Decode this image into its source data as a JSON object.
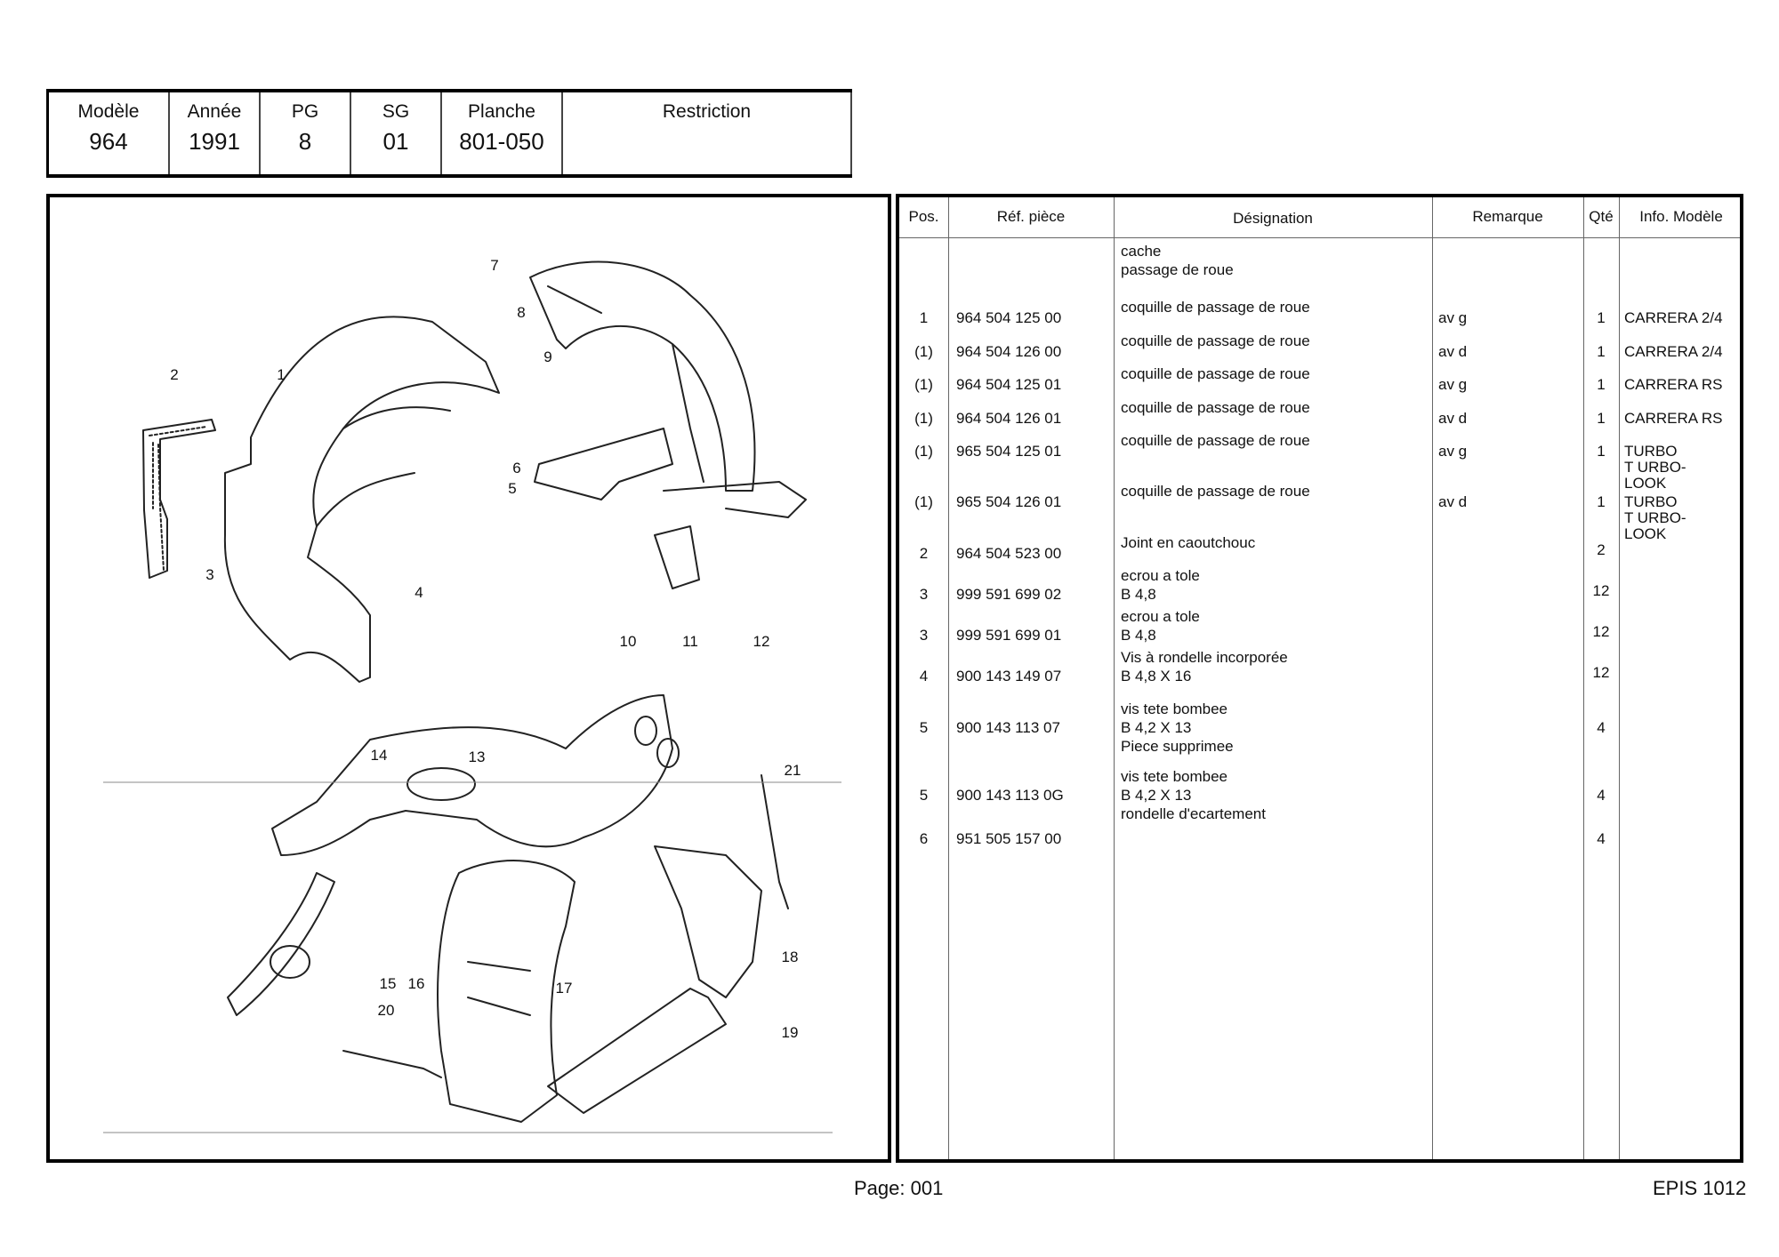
{
  "header": {
    "modele_label": "Modèle",
    "modele": "964",
    "annee_label": "Année",
    "annee": "1991",
    "pg_label": "PG",
    "pg": "8",
    "sg_label": "SG",
    "sg": "01",
    "planche_label": "Planche",
    "planche": "801-050",
    "restriction_label": "Restriction",
    "restriction": ""
  },
  "table": {
    "headers": {
      "pos": "Pos.",
      "ref": "Réf. pièce",
      "designation": "Désignation",
      "remarque": "Remarque",
      "qte": "Qté",
      "info": "Info. Modèle"
    },
    "rows": [
      {
        "pos": "",
        "ref": "",
        "des": [
          "cache",
          "passage de roue"
        ],
        "rem": "",
        "qte": "",
        "info": []
      },
      {
        "pos": "1",
        "ref": "964 504 125 00",
        "des": [
          "coquille de passage de roue"
        ],
        "rem": "av g",
        "qte": "1",
        "info": [
          "CARRERA  2/4"
        ]
      },
      {
        "pos": "(1)",
        "ref": "964 504 126 00",
        "des": [
          "coquille de passage de roue"
        ],
        "rem": "av d",
        "qte": "1",
        "info": [
          "CARRERA  2/4"
        ]
      },
      {
        "pos": "(1)",
        "ref": "964 504 125 01",
        "des": [
          "coquille de passage de roue"
        ],
        "rem": "av g",
        "qte": "1",
        "info": [
          "CARRERA  RS"
        ]
      },
      {
        "pos": "(1)",
        "ref": "964 504 126 01",
        "des": [
          "coquille de passage de roue"
        ],
        "rem": "av d",
        "qte": "1",
        "info": [
          "CARRERA  RS"
        ]
      },
      {
        "pos": "(1)",
        "ref": "965 504 125 01",
        "des": [
          "coquille de passage de roue"
        ],
        "rem": "av g",
        "qte": "1",
        "info": [
          "TURBO",
          "T URBO-",
          "LOOK"
        ]
      },
      {
        "pos": "(1)",
        "ref": "965 504 126 01",
        "des": [
          "coquille de passage de roue"
        ],
        "rem": "av d",
        "qte": "1",
        "info": [
          "TURBO",
          "T URBO-",
          "LOOK"
        ]
      },
      {
        "pos": "2",
        "ref": "964 504 523 00",
        "des": [
          "Joint en caoutchouc"
        ],
        "rem": "",
        "qte": "2",
        "info": []
      },
      {
        "pos": "3",
        "ref": "999 591 699 02",
        "des": [
          "ecrou a tole",
          "B 4,8"
        ],
        "rem": "",
        "qte": "12",
        "info": []
      },
      {
        "pos": "3",
        "ref": "999 591 699 01",
        "des": [
          "ecrou a tole",
          "B 4,8"
        ],
        "rem": "",
        "qte": "12",
        "info": []
      },
      {
        "pos": "4",
        "ref": "900 143 149 07",
        "des": [
          "Vis à rondelle incorporée",
          "B 4,8 X 16"
        ],
        "rem": "",
        "qte": "12",
        "info": []
      },
      {
        "pos": "5",
        "ref": "900 143 113 07",
        "des": [
          "vis tete bombee",
          "B 4,2 X 13",
          "Piece supprimee"
        ],
        "rem": "",
        "qte": "4",
        "info": []
      },
      {
        "pos": "5",
        "ref": "900 143 113 0G",
        "des": [
          "vis tete bombee",
          "B 4,2 X 13",
          "rondelle d'ecartement"
        ],
        "rem": "",
        "qte": "4",
        "info": []
      },
      {
        "pos": "6",
        "ref": "951 505 157 00",
        "des": [],
        "rem": "",
        "qte": "4",
        "info": []
      }
    ]
  },
  "diagram": {
    "callouts": [
      "1",
      "2",
      "3",
      "4",
      "5",
      "6",
      "7",
      "8",
      "9",
      "10",
      "11",
      "12",
      "13",
      "14",
      "15",
      "16",
      "17",
      "18",
      "19",
      "20",
      "21"
    ]
  },
  "footer": {
    "page": "Page: 001",
    "code": "EPIS 1012"
  }
}
